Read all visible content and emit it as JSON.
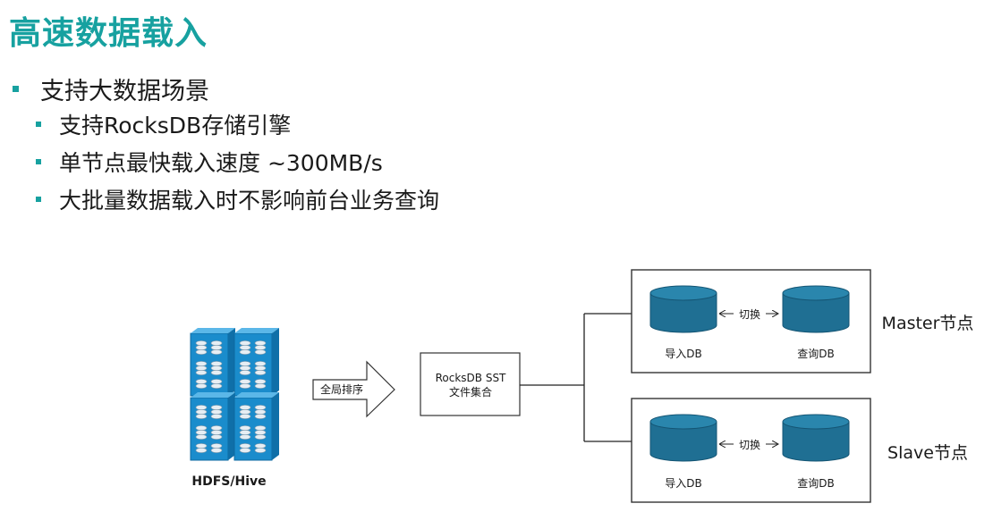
{
  "title": "高速数据载入",
  "bullets": {
    "main": "支持大数据场景",
    "subs": [
      "支持RocksDB存储引擎",
      "单节点最快载入速度 ~300MB/s",
      "大批量数据载入时不影响前台业务查询"
    ]
  },
  "diagram": {
    "source_label": "HDFS/Hive",
    "sort_label": "全局排序",
    "sst_line1": "RocksDB SST",
    "sst_line2": "文件集合",
    "nodes": [
      {
        "label": "Master节点",
        "import_db": "导入DB",
        "switch": "切换",
        "query_db": "查询DB"
      },
      {
        "label": "Slave节点",
        "import_db": "导入DB",
        "switch": "切换",
        "query_db": "查询DB"
      }
    ]
  },
  "colors": {
    "accent": "#17a1a0",
    "db_fill": "#1f6f93",
    "db_top": "#2a86ad",
    "server_fill": "#1a8ccc"
  }
}
